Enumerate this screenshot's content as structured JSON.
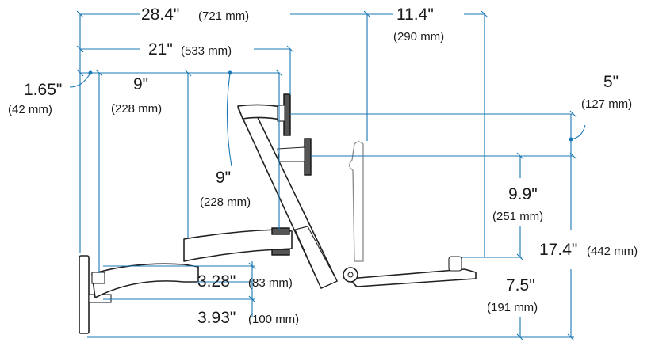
{
  "colors": {
    "dimension_line": "#1a78b4",
    "product_outline": "#222222",
    "text": "#1a1a1a",
    "background": "#ffffff"
  },
  "dimensions": {
    "overall_width": {
      "value": "28.4\"",
      "metric": "(721 mm)"
    },
    "upper_right": {
      "value": "11.4\"",
      "metric": "(290 mm)"
    },
    "arm_reach": {
      "value": "21\"",
      "metric": "(533 mm)"
    },
    "wall_offset": {
      "value": "1.65\"",
      "metric": "(42 mm)"
    },
    "arm_segment_top": {
      "value": "9\"",
      "metric": "(228 mm)"
    },
    "arm_segment_mid": {
      "value": "9\"",
      "metric": "(228 mm)"
    },
    "monitor_range": {
      "value": "5\"",
      "metric": "(127 mm)"
    },
    "keyboard_to_monitor": {
      "value": "9.9\"",
      "metric": "(251 mm)"
    },
    "overall_height": {
      "value": "17.4\"",
      "metric": "(442 mm)"
    },
    "keyboard_height": {
      "value": "7.5\"",
      "metric": "(191 mm)"
    },
    "arm_gap_upper": {
      "value": "3.28\"",
      "metric": "(83 mm)"
    },
    "arm_gap_lower": {
      "value": "3.93\"",
      "metric": "(100 mm)"
    }
  }
}
